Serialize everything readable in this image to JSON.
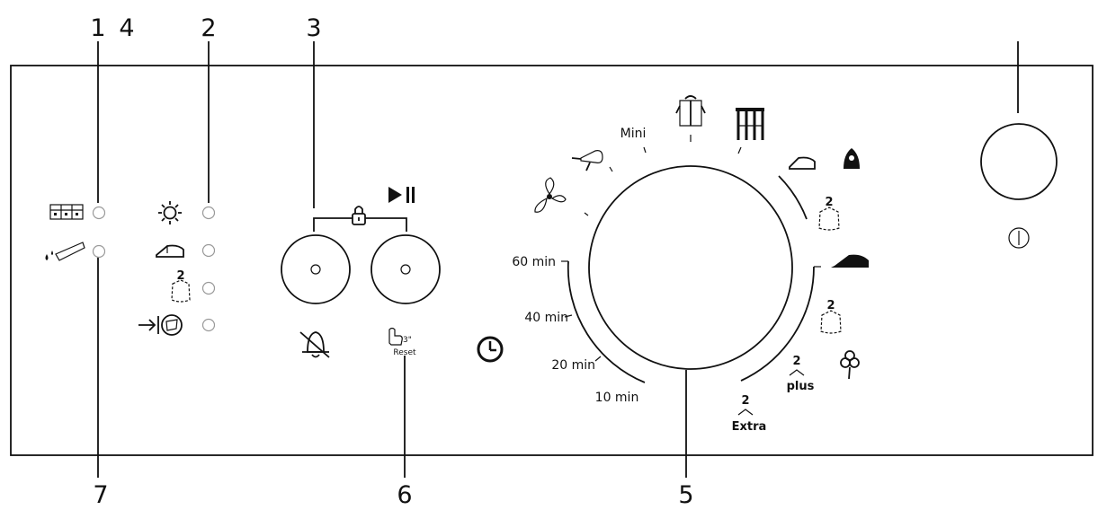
{
  "callouts": {
    "n1": "1",
    "n2": "2",
    "n3": "3",
    "n4": "4",
    "n5": "5",
    "n6": "6",
    "n7": "7"
  },
  "dial": {
    "mini": "Mini",
    "t60": "60 min",
    "t40": "40 min",
    "t20": "20 min",
    "t10": "10 min",
    "plus": "plus",
    "extra": "Extra",
    "hanger_digit": "2"
  },
  "buttons": {
    "hold_seconds": "3\"",
    "reset": "Reset"
  },
  "left_panel": {
    "hanger_digit": "2"
  },
  "icons": {
    "left": [
      "drawer-icon",
      "water-container-icon"
    ],
    "indicators": [
      "sun-icon",
      "iron-icon",
      "cupboard-dry-icon",
      "lint-filter-icon"
    ],
    "buttons": [
      "lock-icon",
      "play-pause-icon",
      "bell-off-icon",
      "hand-press-icon",
      "clock-icon"
    ],
    "dial": [
      "fan-icon",
      "hairdryer-icon",
      "shirt-icon",
      "towels-icon",
      "iron-icon",
      "wool-icon",
      "hanger-icon",
      "iron-filled-icon",
      "hanger-icon",
      "hanger-plus-icon",
      "cotton-icon",
      "hanger-extra-icon"
    ],
    "power": [
      "power-icon"
    ]
  }
}
